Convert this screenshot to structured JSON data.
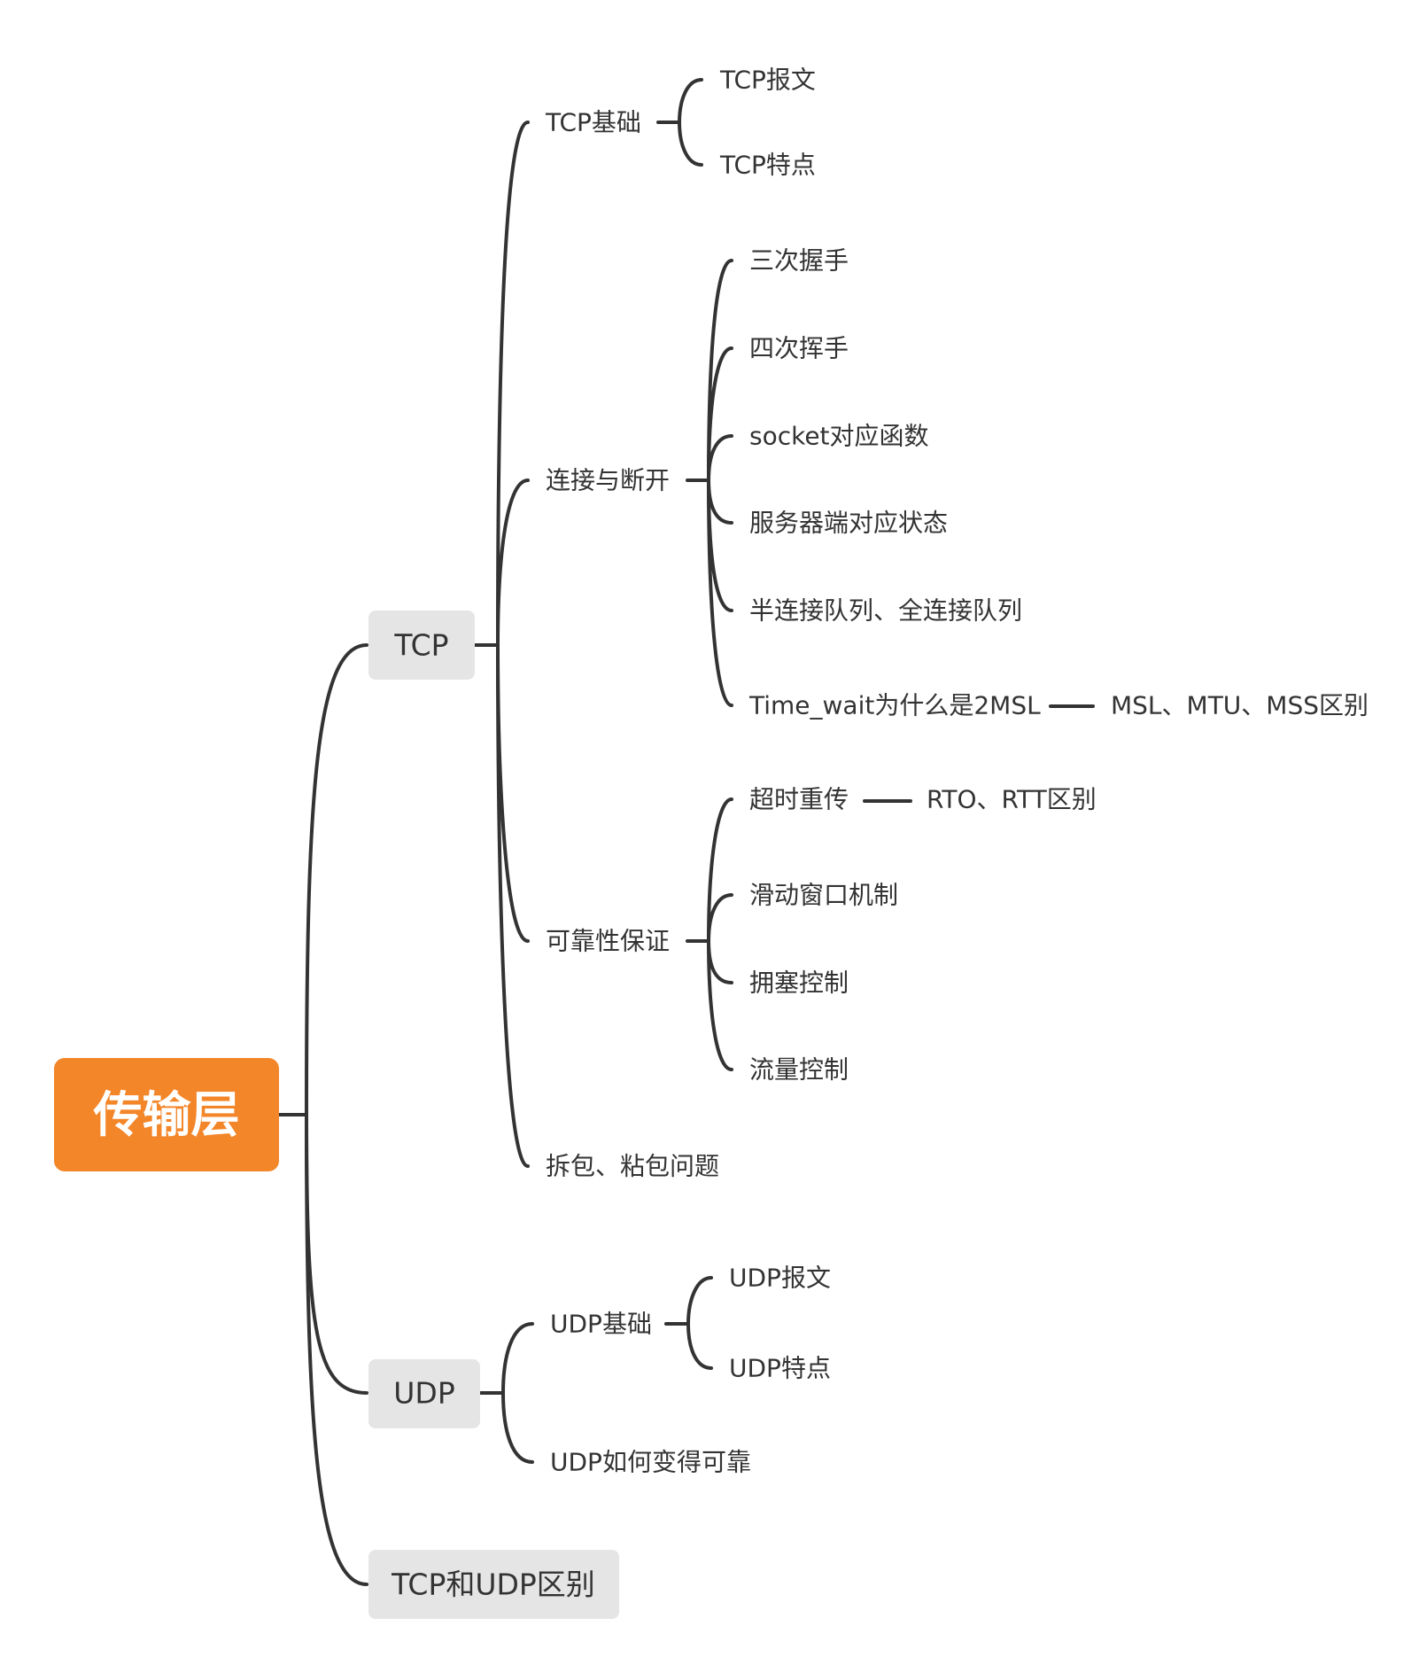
{
  "root": {
    "label": "传输层",
    "color": "#f4862a",
    "children": [
      {
        "label": "TCP",
        "children": [
          {
            "label": "TCP基础",
            "children": [
              {
                "label": "TCP报文"
              },
              {
                "label": "TCP特点"
              }
            ]
          },
          {
            "label": "连接与断开",
            "children": [
              {
                "label": "三次握手"
              },
              {
                "label": "四次挥手"
              },
              {
                "label": "socket对应函数"
              },
              {
                "label": "服务器端对应状态"
              },
              {
                "label": "半连接队列、全连接队列"
              },
              {
                "label": "Time_wait为什么是2MSL",
                "children": [
                  {
                    "label": "MSL、MTU、MSS区别"
                  }
                ]
              }
            ]
          },
          {
            "label": "可靠性保证",
            "children": [
              {
                "label": "超时重传",
                "children": [
                  {
                    "label": "RTO、RTT区别"
                  }
                ]
              },
              {
                "label": "滑动窗口机制"
              },
              {
                "label": "拥塞控制"
              },
              {
                "label": "流量控制"
              }
            ]
          },
          {
            "label": "拆包、粘包问题"
          }
        ]
      },
      {
        "label": "UDP",
        "children": [
          {
            "label": "UDP基础",
            "children": [
              {
                "label": "UDP报文"
              },
              {
                "label": "UDP特点"
              }
            ]
          },
          {
            "label": "UDP如何变得可靠"
          }
        ]
      },
      {
        "label": "TCP和UDP区别"
      }
    ]
  }
}
